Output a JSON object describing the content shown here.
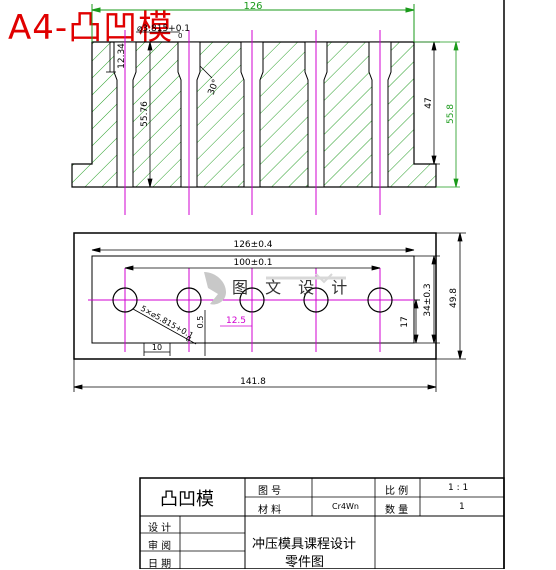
{
  "sheet_title": "A4-凸凹模",
  "watermark": {
    "text": "图 文 设 计"
  },
  "front_view": {
    "dims": {
      "overall_width": "126",
      "hole_depth": "12.34",
      "hole_dia_top": "⌀3.815+0.1",
      "hole_dia_tol": "0",
      "taper_angle": "30°",
      "hole_length": "55.76",
      "body_height": "47",
      "total_height": "55.8"
    }
  },
  "top_view": {
    "dims": {
      "hole_span": "126±0.4",
      "pitch_total": "100±0.1",
      "pitch": "12.5",
      "hole_spec": "5×⌀5.815+0.1",
      "hole_spec_tol": "0",
      "offset_05": "0.5",
      "edge_10": "10",
      "height_17": "17",
      "height_34": "34±0.3",
      "overall_height": "49.8",
      "overall_width": "141.8"
    }
  },
  "title_block": {
    "part_name": "凸凹模",
    "drawing_no_label": "图 号",
    "material_label": "材 料",
    "material_value": "Cr4Wn",
    "scale_label": "比 例",
    "scale_value": "1 : 1",
    "qty_label": "数 量",
    "qty_value": "1",
    "design_label": "设 计",
    "review_label": "审 阅",
    "date_label": "日 期",
    "project_line1": "冲压模具课程设计",
    "project_line2": "零件图"
  }
}
